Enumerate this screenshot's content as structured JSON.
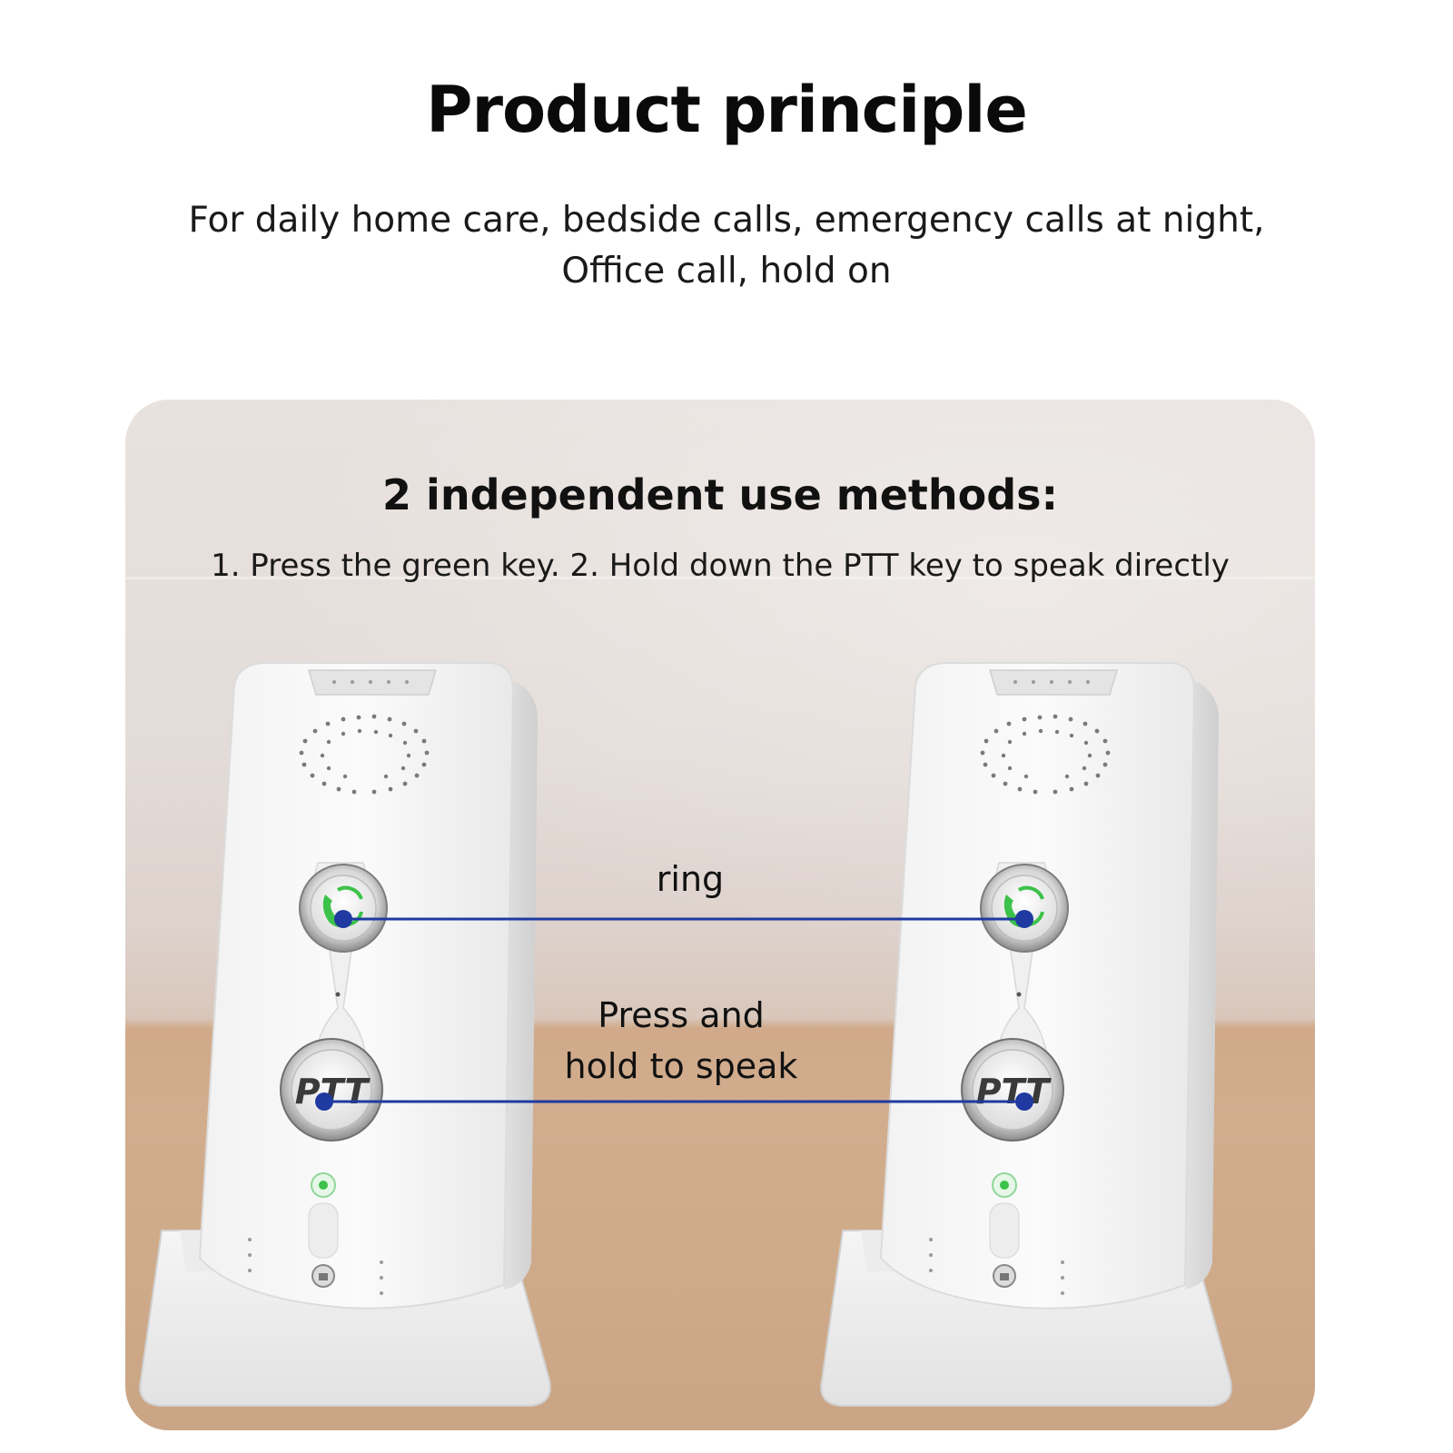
{
  "header": {
    "title": "Product principle",
    "subtitle_line1": "For daily home care, bedside calls, emergency calls at night,",
    "subtitle_line2": "Office call, hold on"
  },
  "scene": {
    "heading": "2 independent use methods:",
    "instructions": "1. Press the green key. 2. Hold down the PTT key to speak directly"
  },
  "devices": [
    {
      "ptt_label": "PTT"
    },
    {
      "ptt_label": "PTT"
    }
  ],
  "callouts": {
    "ring": "ring",
    "ptt_line1": "Press and",
    "ptt_line2": "hold to speak"
  },
  "colors": {
    "connector_line": "#1f3aa0",
    "connector_dot": "#1f3aa0",
    "green_key": "#3cc24a",
    "device_body": "#f7f7f7"
  }
}
